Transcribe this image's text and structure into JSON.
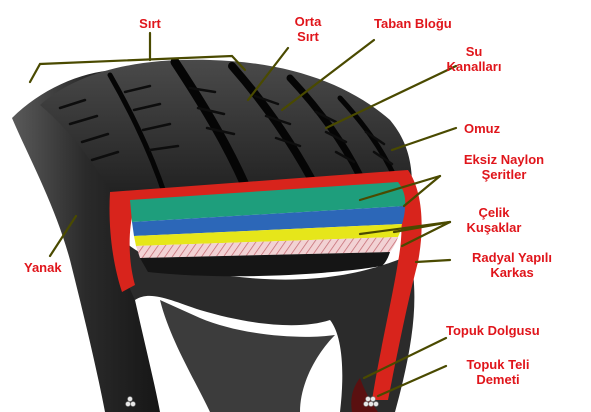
{
  "colors": {
    "label": "#e0151b",
    "leader": "#4a4a00",
    "rubber": "#1c1c1c",
    "tread_groove": "#050505",
    "tread_block": "#3a3a3a",
    "carcass_red": "#d8241c",
    "nylon_green": "#1e9e7c",
    "belt_blue": "#2c67b8",
    "belt_yellow": "#e6e61a",
    "ply_pink": "#e9b8bc"
  },
  "labels": {
    "sirt": "Sırt",
    "orta_1": "Orta",
    "orta_2": "Sırt",
    "taban": "Taban Bloğu",
    "su_1": "Su",
    "su_2": "Kanalları",
    "omuz": "Omuz",
    "nylon_1": "Eksiz Naylon",
    "nylon_2": "Şeritler",
    "celik_1": "Çelik",
    "celik_2": "Kuşaklar",
    "radyal_1": "Radyal Yapılı",
    "radyal_2": "Karkas",
    "yanak": "Yanak",
    "topuk_dolgu": "Topuk Dolgusu",
    "topuk_teli_1": "Topuk Teli",
    "topuk_teli_2": "Demeti"
  }
}
